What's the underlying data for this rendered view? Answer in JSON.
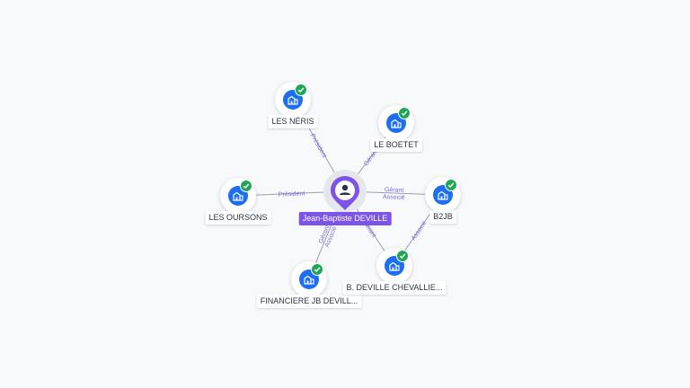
{
  "center": {
    "name": "Jean-Baptiste DEVILLE",
    "icon": "person-icon",
    "color": "#7c55e8"
  },
  "nodes": [
    {
      "id": "les-neris",
      "label": "LES NÉRIS",
      "icon": "company-icon",
      "status": "verified"
    },
    {
      "id": "le-boetet",
      "label": "LE BOETET",
      "icon": "company-icon",
      "status": "verified"
    },
    {
      "id": "les-oursons",
      "label": "LES OURSONS",
      "icon": "company-icon",
      "status": "verified"
    },
    {
      "id": "b2jb",
      "label": "B2JB",
      "icon": "company-icon",
      "status": "verified"
    },
    {
      "id": "financiere",
      "label": "FINANCIERE JB DEVILL...",
      "icon": "company-icon",
      "status": "verified"
    },
    {
      "id": "bdeville",
      "label": "B. DEVILLE CHEVALLIE...",
      "icon": "company-icon",
      "status": "verified"
    }
  ],
  "edges": [
    {
      "from": "center",
      "to": "les-neris",
      "labels": [
        "Président"
      ]
    },
    {
      "from": "center",
      "to": "le-boetet",
      "labels": [
        "Gérant"
      ]
    },
    {
      "from": "center",
      "to": "les-oursons",
      "labels": [
        "Président"
      ]
    },
    {
      "from": "center",
      "to": "b2jb",
      "labels": [
        "Gérant",
        "Associé"
      ]
    },
    {
      "from": "center",
      "to": "financiere",
      "labels": [
        "Gérant",
        "Associé"
      ]
    },
    {
      "from": "center",
      "to": "bdeville",
      "labels": [
        "Gérant"
      ]
    },
    {
      "from": "bdeville",
      "to": "b2jb",
      "labels": [
        "Associé"
      ]
    }
  ],
  "colors": {
    "company": "#1c6ff0",
    "verified": "#22a556",
    "edge": "#9aa0ae",
    "edge_label": "#7a6ad8"
  }
}
